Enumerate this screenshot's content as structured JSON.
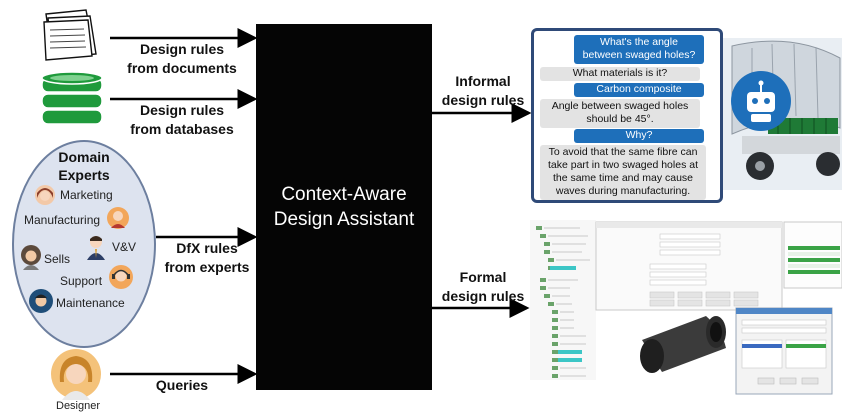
{
  "inputs": [
    {
      "label": "Design rules\nfrom documents",
      "icon": "documents-stack-icon"
    },
    {
      "label": "Design rules\nfrom databases",
      "icon": "database-icon"
    },
    {
      "label": "DfX rules\nfrom experts"
    },
    {
      "label": "Queries"
    }
  ],
  "domain_experts": {
    "title": "Domain\nExperts",
    "roles": [
      "Marketing",
      "Manufacturing",
      "V&V",
      "Sells",
      "Support",
      "Maintenance"
    ]
  },
  "designer_label": "Designer",
  "assistant_label": "Context-Aware\nDesign Assistant",
  "outputs": [
    {
      "label": "Informal\ndesign rules"
    },
    {
      "label": "Formal\ndesign rules"
    }
  ],
  "chat": [
    {
      "role": "user",
      "text": "What's the angle\nbetween swaged holes?"
    },
    {
      "role": "bot",
      "text": "What materials is it?"
    },
    {
      "role": "user",
      "text": "Carbon composite"
    },
    {
      "role": "bot",
      "text": "Angle between swaged holes\nshould be 45°."
    },
    {
      "role": "user",
      "text": "Why?"
    },
    {
      "role": "bot",
      "text": "To avoid that the same fibre can\ntake part in two swaged holes at\nthe same time and may cause\nwaves during manufacturing."
    }
  ],
  "colors": {
    "arrow": "#000000",
    "box": "#050505",
    "chat_border": "#2f4a78",
    "question": "#1e6fba",
    "answer": "#e3e3e3",
    "ellipse_fill": "#dde3ef",
    "ellipse_border": "#6d7f9f",
    "robot": "#1e6fba"
  }
}
